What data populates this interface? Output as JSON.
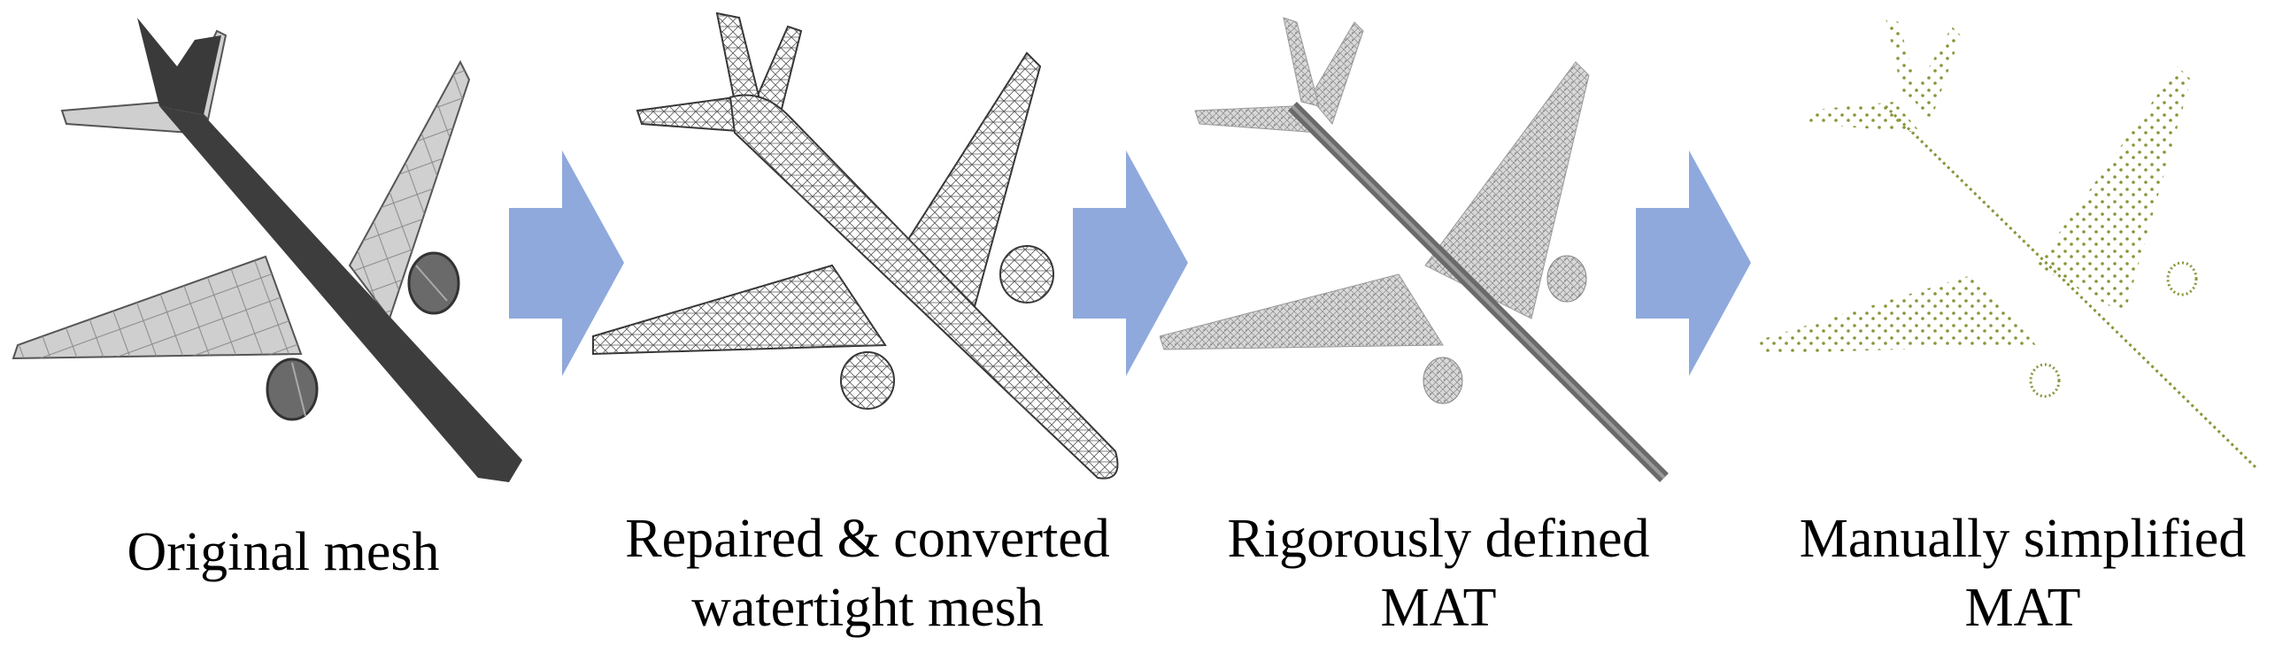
{
  "figure": {
    "stages": [
      {
        "id": "original",
        "caption_lines": [
          "Original mesh"
        ]
      },
      {
        "id": "repaired",
        "caption_lines": [
          "Repaired & converted",
          "watertight mesh"
        ]
      },
      {
        "id": "rigorous",
        "caption_lines": [
          "Rigorously defined",
          "MAT"
        ]
      },
      {
        "id": "simplified",
        "caption_lines": [
          "Manually simplified",
          "MAT"
        ]
      }
    ],
    "colors": {
      "arrow": "#8fa9dd",
      "mesh_dark": "#3d3d3d",
      "mesh_light": "#c8c8c8",
      "wire": "#555555",
      "mat_gray": "#9a9a9a",
      "points_olive": "#8a9438"
    },
    "icons": [
      "airplane-original-mesh-icon",
      "airplane-watertight-mesh-icon",
      "airplane-mat-icon",
      "airplane-simplified-mat-icon",
      "right-arrow-icon"
    ]
  }
}
